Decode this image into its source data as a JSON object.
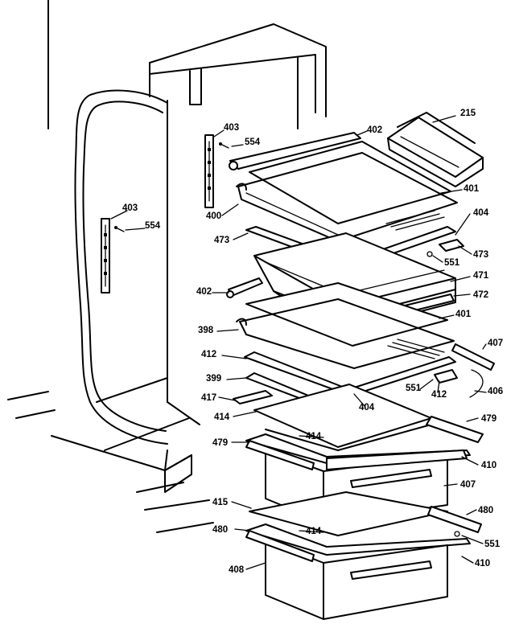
{
  "callouts": [
    {
      "key": "215a",
      "text": "215"
    },
    {
      "key": "403a",
      "text": "403"
    },
    {
      "key": "554a",
      "text": "554"
    },
    {
      "key": "402a",
      "text": "402"
    },
    {
      "key": "401a",
      "text": "401"
    },
    {
      "key": "400",
      "text": "400"
    },
    {
      "key": "404a",
      "text": "404"
    },
    {
      "key": "403b",
      "text": "403"
    },
    {
      "key": "554b",
      "text": "554"
    },
    {
      "key": "473a",
      "text": "473"
    },
    {
      "key": "473b",
      "text": "473"
    },
    {
      "key": "551a",
      "text": "551"
    },
    {
      "key": "471",
      "text": "471"
    },
    {
      "key": "402b",
      "text": "402"
    },
    {
      "key": "472",
      "text": "472"
    },
    {
      "key": "401b",
      "text": "401"
    },
    {
      "key": "398",
      "text": "398"
    },
    {
      "key": "407a",
      "text": "407"
    },
    {
      "key": "412a",
      "text": "412"
    },
    {
      "key": "399",
      "text": "399"
    },
    {
      "key": "551b",
      "text": "551"
    },
    {
      "key": "412b",
      "text": "412"
    },
    {
      "key": "406",
      "text": "406"
    },
    {
      "key": "417",
      "text": "417"
    },
    {
      "key": "404b",
      "text": "404"
    },
    {
      "key": "414a",
      "text": "414"
    },
    {
      "key": "479a",
      "text": "479"
    },
    {
      "key": "414b",
      "text": "414"
    },
    {
      "key": "479b",
      "text": "479"
    },
    {
      "key": "410a",
      "text": "410"
    },
    {
      "key": "407b",
      "text": "407"
    },
    {
      "key": "415",
      "text": "415"
    },
    {
      "key": "480a",
      "text": "480"
    },
    {
      "key": "414c",
      "text": "414"
    },
    {
      "key": "480b",
      "text": "480"
    },
    {
      "key": "551c",
      "text": "551"
    },
    {
      "key": "408",
      "text": "408"
    },
    {
      "key": "410b",
      "text": "410"
    }
  ]
}
